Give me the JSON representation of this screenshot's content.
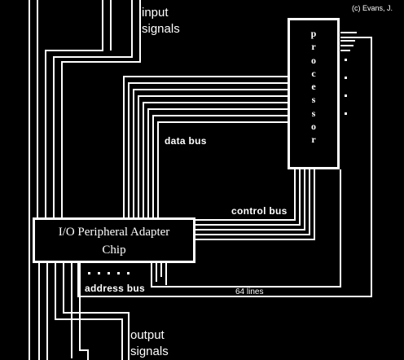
{
  "copyright": "(c) Evans, J.",
  "input_label": {
    "line1": "input",
    "line2": "signals"
  },
  "output_label": {
    "line1": "output",
    "line2": "signals"
  },
  "processor": {
    "letters": [
      "p",
      "r",
      "o",
      "c",
      "e",
      "s",
      "s",
      "o",
      "r"
    ]
  },
  "chip": {
    "line1": "I/O Peripheral Adapter",
    "line2": "Chip"
  },
  "buses": {
    "data": "data bus",
    "control": "control bus",
    "address": "address bus",
    "address_lines": "64 lines"
  },
  "colors": {
    "background": "#000000",
    "foreground": "#ffffff"
  }
}
